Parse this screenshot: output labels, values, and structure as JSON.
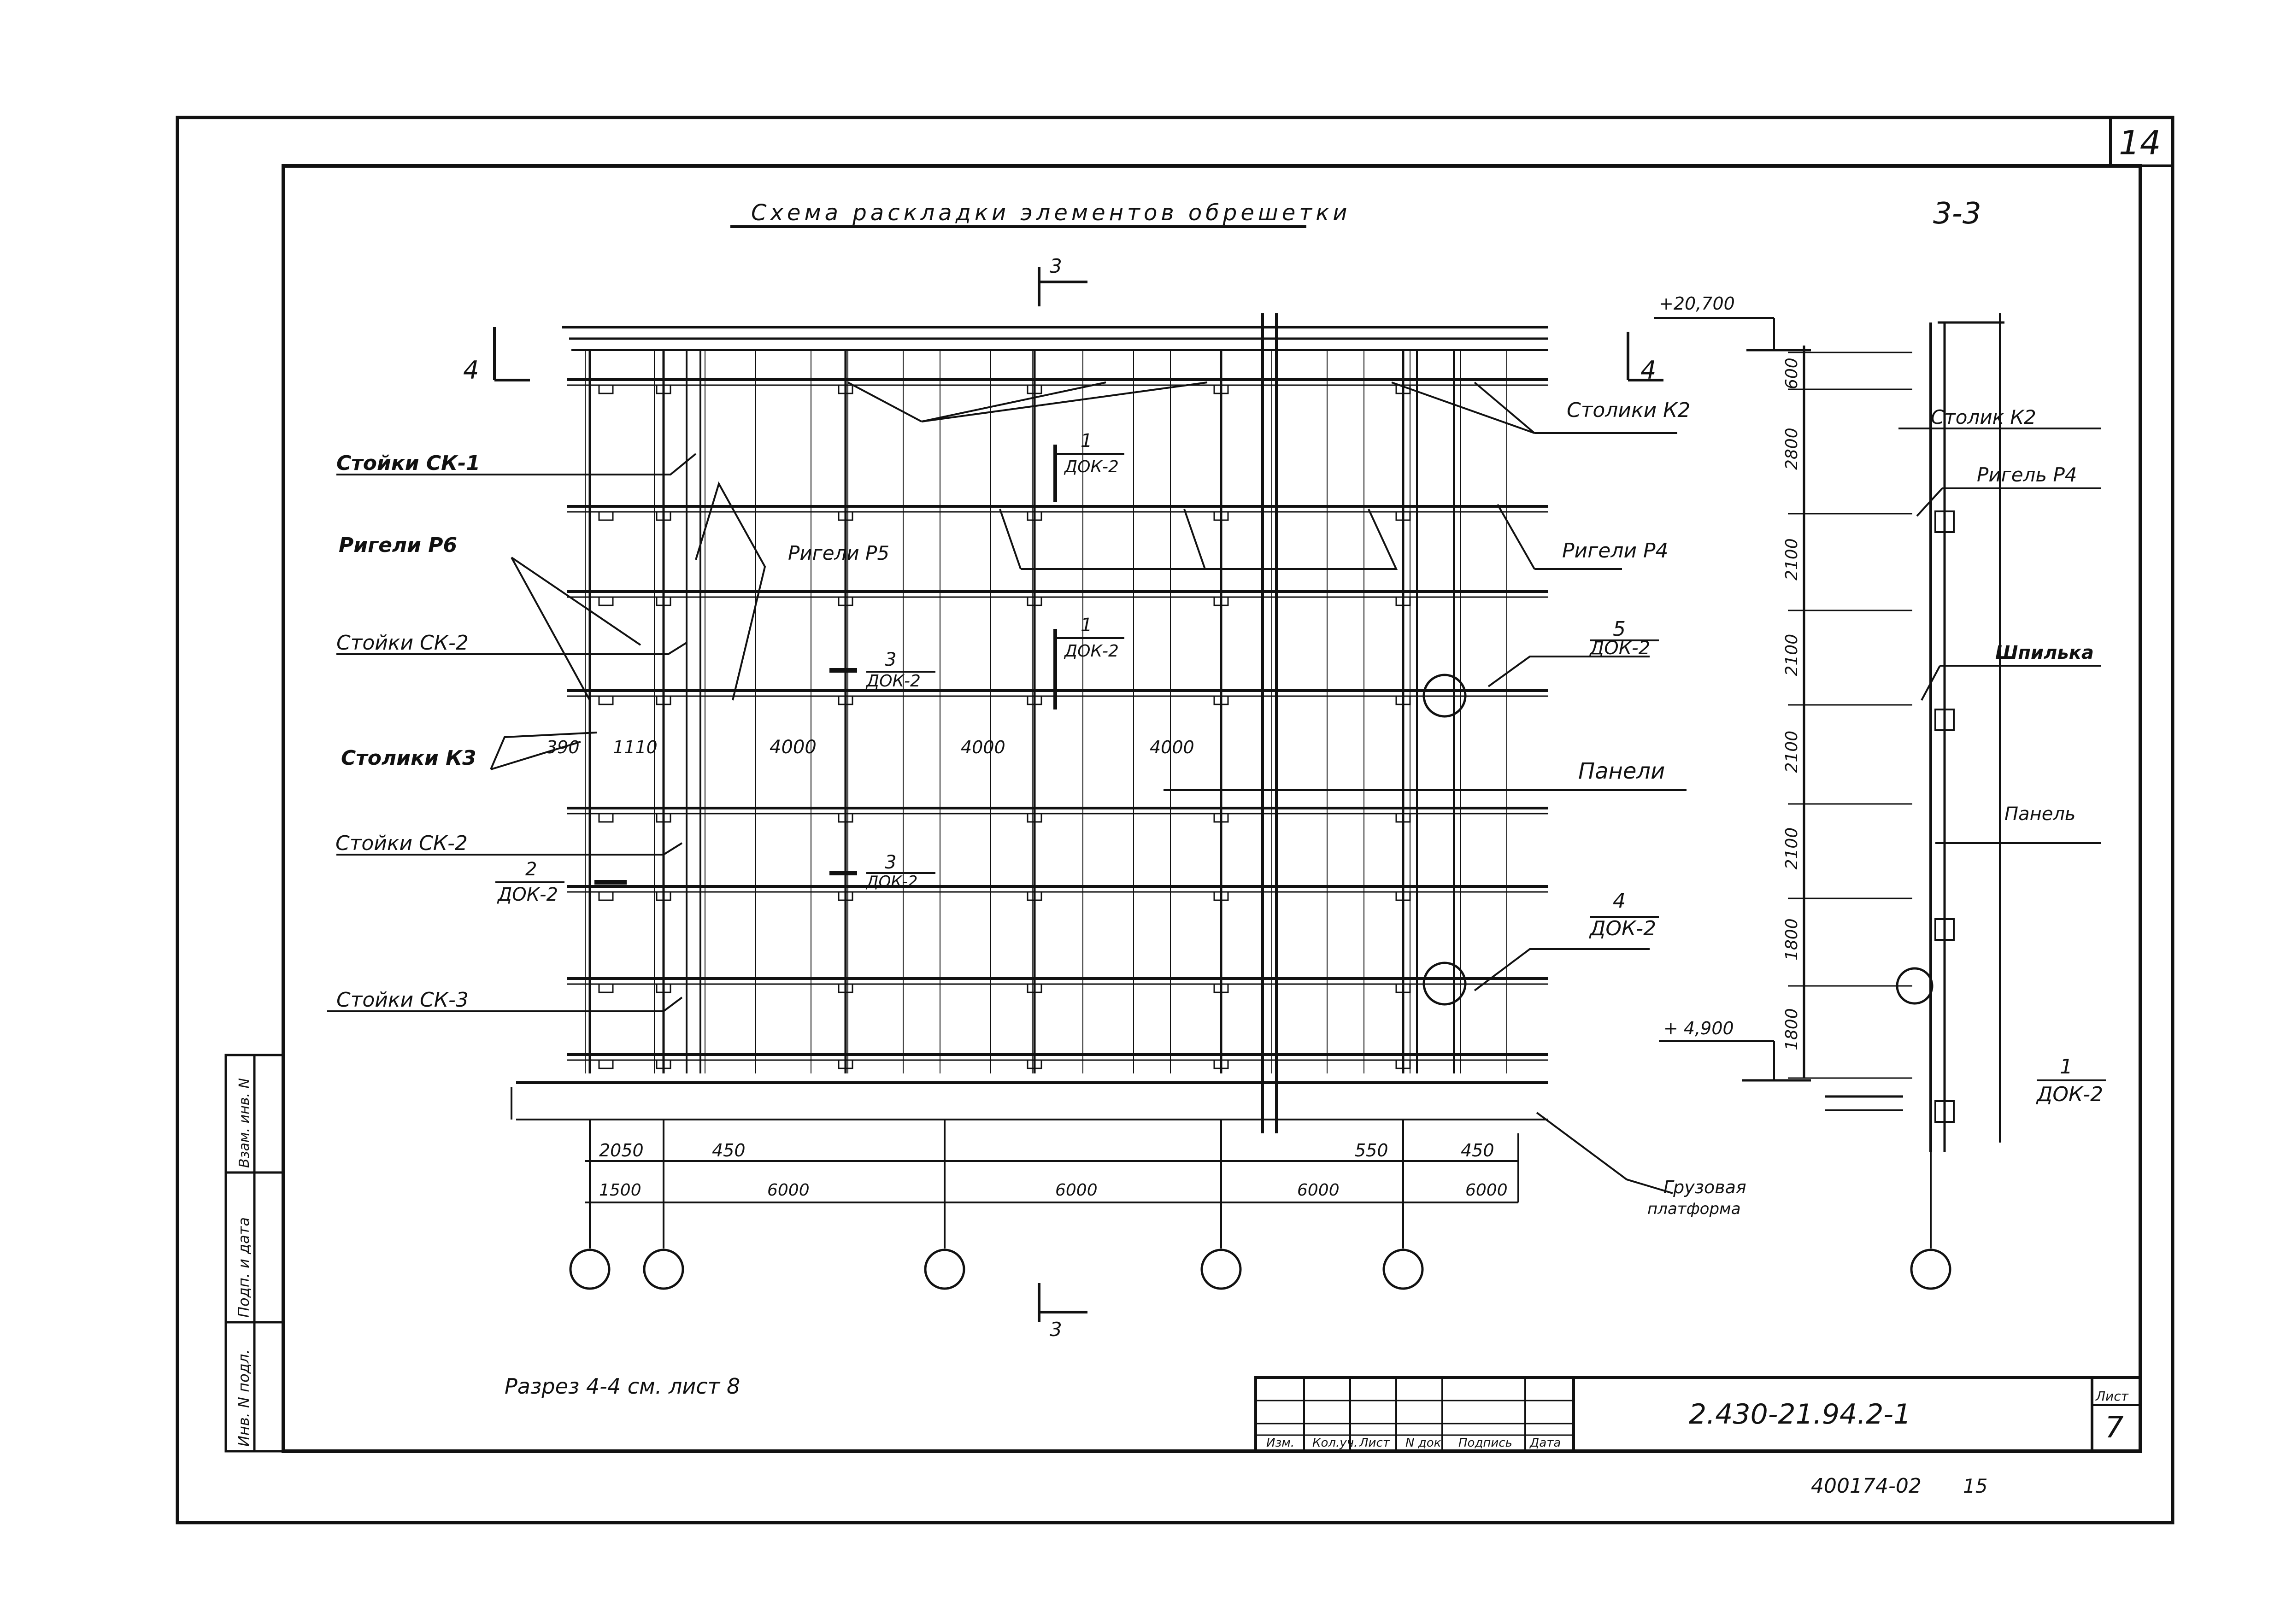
{
  "sheet_number_top": "14",
  "title": "Схема раскладки элементов обрешетки",
  "section_label": "3-3",
  "cut_mark_3": "3",
  "cut_mark_4": "4",
  "labels": {
    "stoyki_sk1": "Стойки СК-1",
    "rigeli_r6": "Ригели Р6",
    "rigeli_r5": "Ригели Р5",
    "stoyki_sk2_a": "Стойки СК-2",
    "stoliki_k3": "Столики К3",
    "stoyki_sk2_b": "Стойки СК-2",
    "stoyki_sk3": "Стойки СК-3",
    "stoliki_k2": "Столики К2",
    "rigeli_r4": "Ригели Р4",
    "paneli": "Панели",
    "gruzovaya_1": "Грузовая",
    "gruzovaya_2": "платформа",
    "section_note": "Разрез 4-4 см. лист 8"
  },
  "refs": {
    "r1_num": "1",
    "r1_doc": "ДОК-2",
    "r2_num": "1",
    "r2_doc": "ДОК-2",
    "r3_num": "3",
    "r3_doc": "ДОК-2",
    "r4_num": "2",
    "r4_doc": "ДОК-2",
    "r5_num": "3",
    "r5_doc": "ДОК-2",
    "r6_num": "5",
    "r6_doc": "ДОК-2",
    "r7_num": "4",
    "r7_doc": "ДОК-2",
    "r8_num": "1",
    "r8_doc": "ДОК-2"
  },
  "dims_mid": [
    "390",
    "1110",
    "4000",
    "4000",
    "4000"
  ],
  "dims_bottom_1": [
    "2050",
    "450",
    "550",
    "450"
  ],
  "dims_bottom_2": [
    "1500",
    "6000",
    "6000",
    "6000",
    "6000"
  ],
  "section": {
    "elev_top": "+20,700",
    "elev_bottom": "+ 4,900",
    "heights": [
      "600",
      "2800",
      "2100",
      "2100",
      "2100",
      "2100",
      "1800",
      "1800"
    ],
    "stolik_k2": "Столик К2",
    "rigel_r4": "Ригель Р4",
    "shpilka": "Шпилька",
    "panel": "Панель"
  },
  "stamp": {
    "headers": [
      "Изм.",
      "Кол.уч.",
      "Лист",
      "N док.",
      "Подпись",
      "Дата"
    ],
    "code": "2.430-21.94.2-1",
    "list_label": "Лист",
    "list_num": "7",
    "archive": "400174-02",
    "archive_page": "15"
  },
  "side_stamp": [
    "Инв. N подл.",
    "Подп. и дата",
    "Взам. инв. N"
  ]
}
